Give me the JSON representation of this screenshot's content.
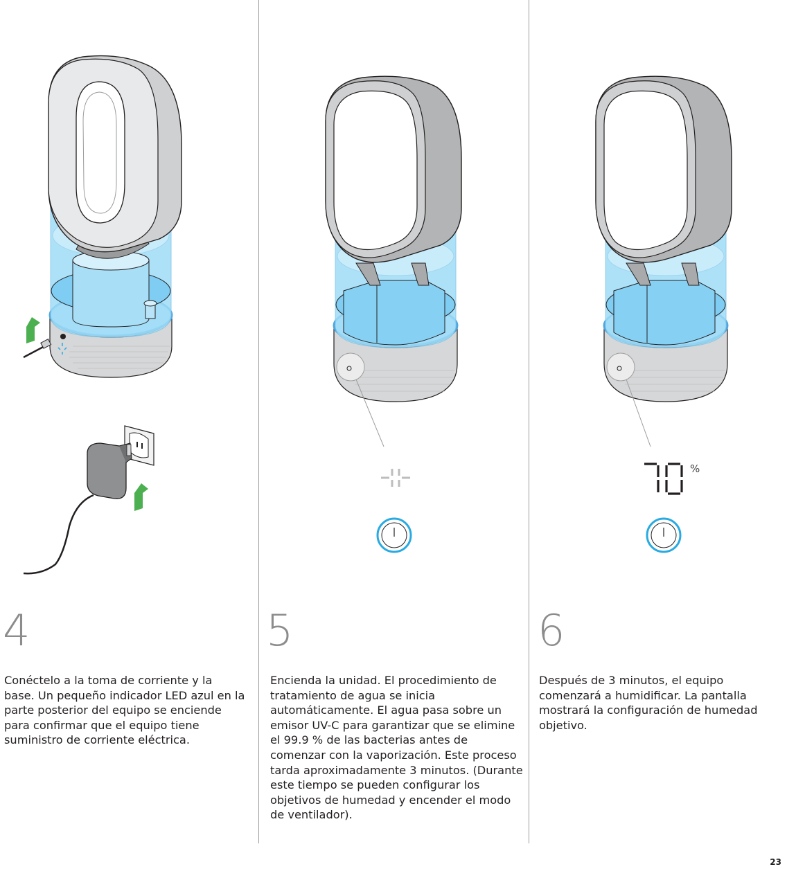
{
  "steps": [
    {
      "number": "4",
      "text": "Conéctelo a la toma de corriente y la base. Un pequeño indicador LED azul en la parte posterior del equipo se enciende para confirmar que el equipo tiene suministro de corriente eléctrica."
    },
    {
      "number": "5",
      "text": "Encienda la unidad. El procedimiento de tratamiento de agua se inicia automáticamente. El agua pasa sobre un emisor UV-C para garantizar que se elimine el 99.9 % de las bacterias antes de comenzar con la vaporización. Este proceso tarda aproximadamente 3 minutos. (Durante este tiempo se pueden configurar los objetivos de humedad y encender el modo de ventilador)."
    },
    {
      "number": "6",
      "text": "Después de 3 minutos, el equipo comenzará a humidificar. La pantalla mostrará la configuración de humedad objetivo.",
      "display_value": "70",
      "display_unit": "%"
    }
  ],
  "page_number": "23",
  "colors": {
    "water": "#8fd3f4",
    "water_dark": "#5fb8e6",
    "loop_grey": "#c7c7c8",
    "base_grey": "#d2d3d4",
    "arrow_green": "#4caf50",
    "power_ring": "#29aae1"
  },
  "icons": [
    "humidifier-illustration",
    "wall-outlet-icon",
    "power-adapter-icon",
    "green-arrow-icon",
    "power-button-icon",
    "segment-display-icon"
  ]
}
